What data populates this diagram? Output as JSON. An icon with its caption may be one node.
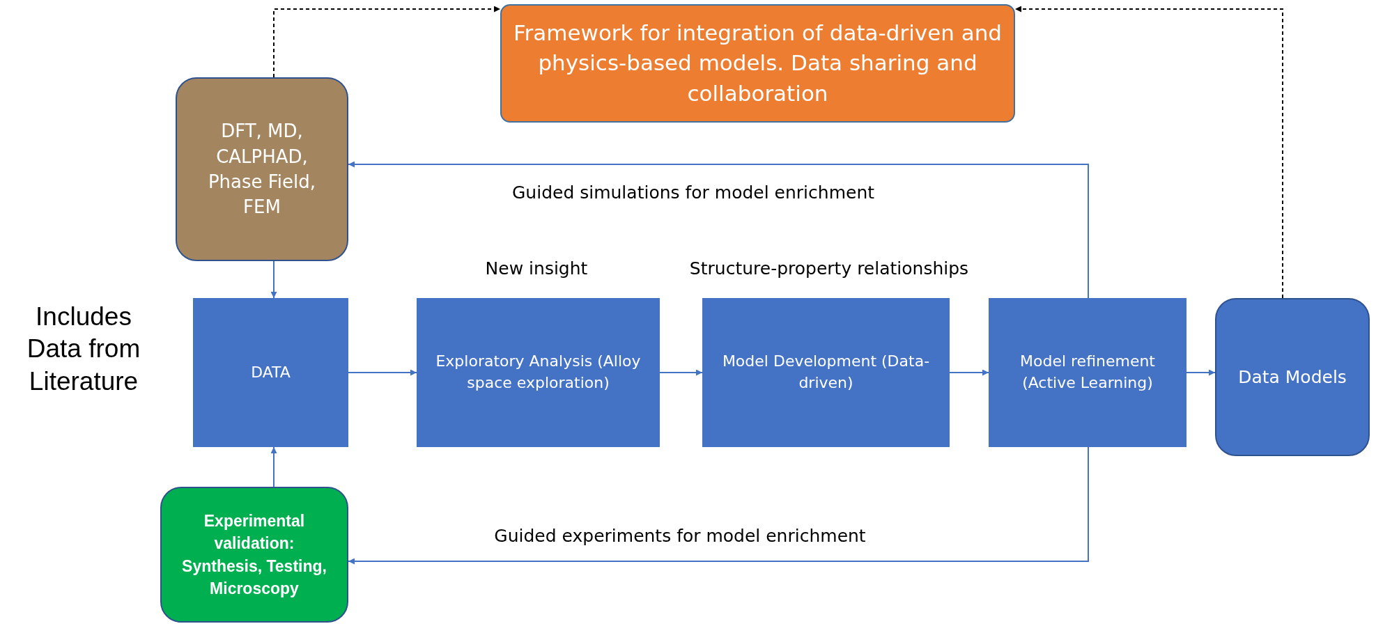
{
  "diagram": {
    "nodes": [
      {
        "text": [
          "Framework for integration of data-driven and physics-based models. Data sharing and collaboration"
        ]
      },
      {
        "text": [
          "DFT, MD, CALPHAD, Phase Field, FEM"
        ]
      },
      {
        "text": [
          "DATA"
        ]
      },
      {
        "text": [
          "Exploratory Analysis (Alloy space exploration)"
        ]
      },
      {
        "text": [
          "Model Development (Data-driven)"
        ]
      },
      {
        "text": [
          "Model refinement (Active Learning)"
        ]
      },
      {
        "text": [
          "Data Models"
        ]
      },
      {
        "text": [
          "Experimental validation: Synthesis, Testing, Microscopy"
        ]
      }
    ],
    "edges": [
      {
        "from": 1,
        "to": 0,
        "arrow": "to",
        "style": "dashed",
        "color": "#000000"
      },
      {
        "from": 6,
        "to": 0,
        "arrow": "to",
        "style": "dashed",
        "color": "#000000"
      },
      {
        "from": 1,
        "to": 2,
        "arrow": "to"
      },
      {
        "from": 7,
        "to": 2,
        "arrow": "to"
      },
      {
        "from": 2,
        "to": 3,
        "arrow": "to"
      },
      {
        "from": 3,
        "to": 4,
        "arrow": "to"
      },
      {
        "from": 4,
        "to": 5,
        "arrow": "to"
      },
      {
        "from": 5,
        "to": 6,
        "arrow": "to"
      },
      {
        "from": 5,
        "to": 1,
        "arrow": "to",
        "label": "Guided simulations for model enrichment"
      },
      {
        "from": 5,
        "to": 7,
        "arrow": "to",
        "label": "Guided experiments for model enrichment"
      }
    ],
    "labels": [
      "Includes Data from Literature",
      "New insight",
      "Structure-property relationships"
    ]
  }
}
